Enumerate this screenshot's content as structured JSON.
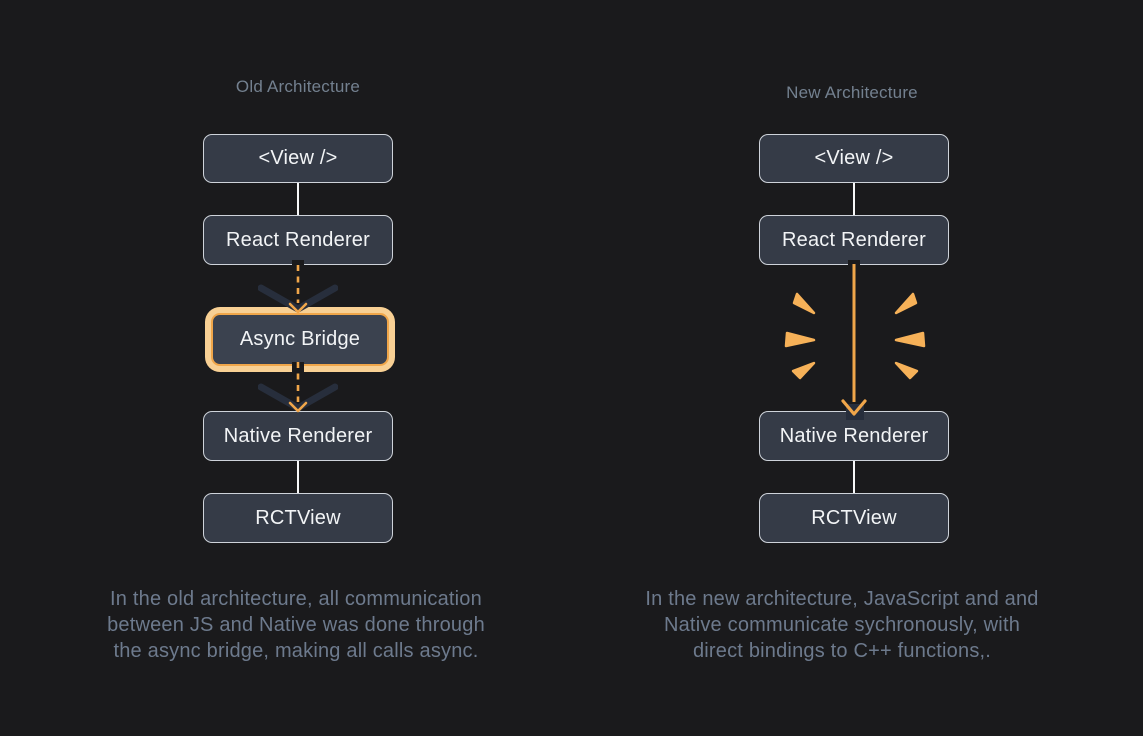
{
  "colors": {
    "background": "#1a1a1c",
    "node_fill": "#353b47",
    "node_border": "#ced3da",
    "accent_orange": "#f0a64a",
    "bridge_glow": "#f8d094",
    "spark_orange": "#f6b158",
    "dark_chevron": "#272e3c",
    "muted_text": "#6d7a8d"
  },
  "old_architecture": {
    "title": "Old Architecture",
    "nodes": {
      "view": "<View />",
      "react": "React Renderer",
      "bridge": "Async Bridge",
      "native": "Native Renderer",
      "rct": "RCTView"
    },
    "caption_lines": [
      "In the old architecture, all communication",
      "between JS and Native was done through",
      "the async bridge, making all calls async."
    ]
  },
  "new_architecture": {
    "title": "New Architecture",
    "nodes": {
      "view": "<View />",
      "react": "React Renderer",
      "native": "Native Renderer",
      "rct": "RCTView"
    },
    "caption_lines": [
      "In the new architecture, JavaScript and and",
      "Native communicate sychronously, with",
      "direct bindings to C++ functions,."
    ]
  }
}
